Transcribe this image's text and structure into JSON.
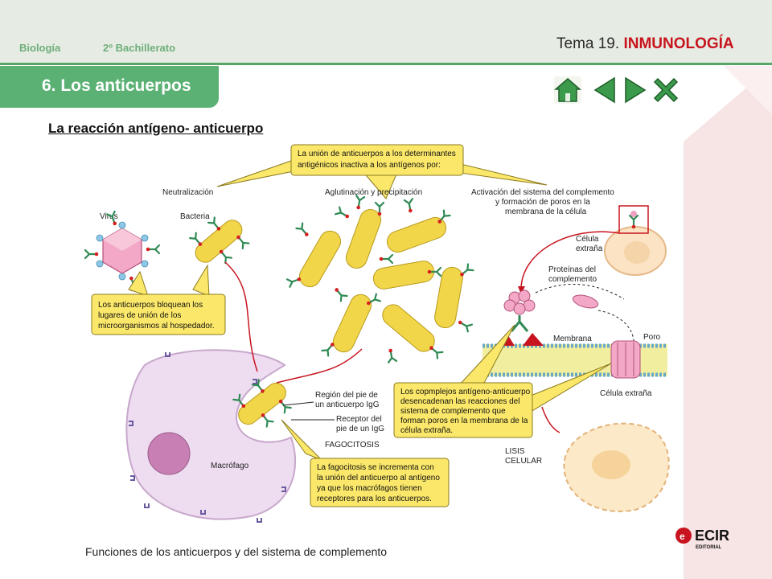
{
  "header": {
    "subject": "Biología",
    "course": "2º Bachillerato",
    "tema_prefix": "Tema 19.",
    "tema_topic": "INMUNOLOGÍA"
  },
  "section": {
    "title": "6. Los anticuerpos"
  },
  "nav": {
    "icons": [
      "home-icon",
      "previous-icon",
      "next-icon",
      "close-icon"
    ],
    "color": "#3c9a4c"
  },
  "slide": {
    "subtitle": "La reacción antígeno- anticuerpo",
    "caption": "Funciones de los anticuerpos y del sistema de complemento"
  },
  "diagram": {
    "top_box": [
      "La unión de anticuerpos a los determinantes",
      "antigénicos inactiva a los antígenos por:"
    ],
    "branch_neutralizacion": "Neutralización",
    "branch_aglutinacion": "Aglutinación y precipitación",
    "branch_activacion": [
      "Activación del sistema del complemento",
      "y formación de poros en la",
      "membrana de la célula"
    ],
    "virus": "Virus",
    "bacteria": "Bacteria",
    "neutralization_box": [
      "Los anticuerpos bloquean los",
      "lugares de unión de los",
      "microorganismos al hospedador."
    ],
    "celula_extrana_top": [
      "Célula",
      "extraña"
    ],
    "proteinas": [
      "Proteínas del",
      "complemento"
    ],
    "membrana": "Membrana",
    "poro": "Poro",
    "celula_extrana_bottom": "Célula extraña",
    "complement_box": [
      "Los copmplejos antígeno-anticuerpo",
      "desencadenan las reacciones del",
      "sistema de complemento que",
      "forman poros en la membrana de la",
      "célula extraña."
    ],
    "lisis": [
      "LISIS",
      "CELULAR"
    ],
    "region_pie": [
      "Región del pie de",
      "un anticuerpo IgG"
    ],
    "receptor_pie": [
      "Receptor del",
      "pie de un IgG"
    ],
    "fagocitosis": "FAGOCITOSIS",
    "macrofago": "Macrófago",
    "phago_box": [
      "La fagocitosis se incrementa con",
      "la unión del anticuerpo al antígeno",
      "ya que los macrófagos tienen",
      "receptores para los anticuerpos."
    ]
  },
  "logo": {
    "text": "ECIR",
    "subtext": "EDITORIAL"
  },
  "colors": {
    "accent_green": "#5bb174",
    "title_red": "#c8141e",
    "callout_yellow": "#fbe86a",
    "bacteria_yellow": "#f2d64a",
    "macrophage_pink": "#eedcf0"
  }
}
